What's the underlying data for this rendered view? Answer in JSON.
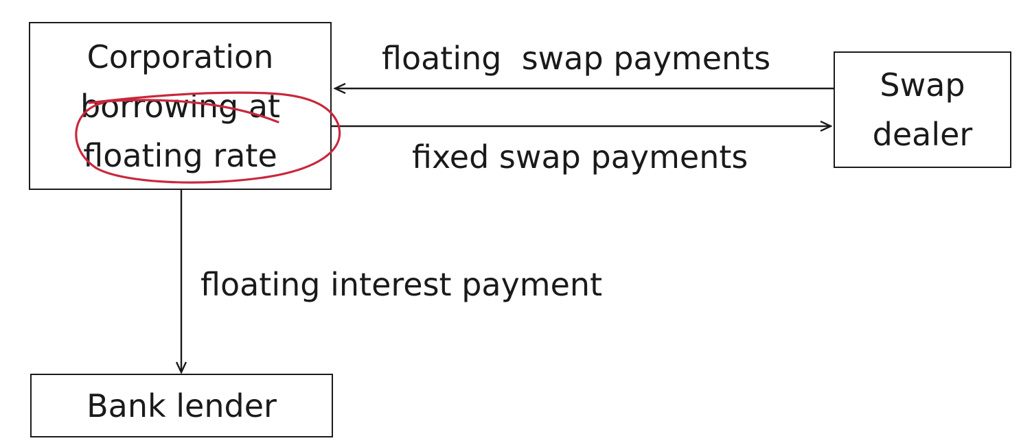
{
  "nodes": {
    "corporation": {
      "lines": [
        "Corporation",
        "borrowing at",
        "floating rate"
      ]
    },
    "swap_dealer": {
      "lines": [
        "Swap",
        "dealer"
      ]
    },
    "bank_lender": {
      "lines": [
        "Bank lender"
      ]
    }
  },
  "flows": {
    "floating_swap": {
      "label": "floating  swap payments",
      "from": "Swap dealer",
      "to": "Corporation"
    },
    "fixed_swap": {
      "label": "fixed swap payments",
      "from": "Corporation",
      "to": "Swap dealer"
    },
    "floating_interest": {
      "label": "floating interest payment",
      "from": "Corporation",
      "to": "Bank lender"
    }
  },
  "annotation": {
    "shape": "hand-drawn ellipse",
    "color": "#c8283c",
    "target": "borrowing at floating rate"
  },
  "colors": {
    "line": "#1a1a1a",
    "annotation": "#c8283c"
  }
}
